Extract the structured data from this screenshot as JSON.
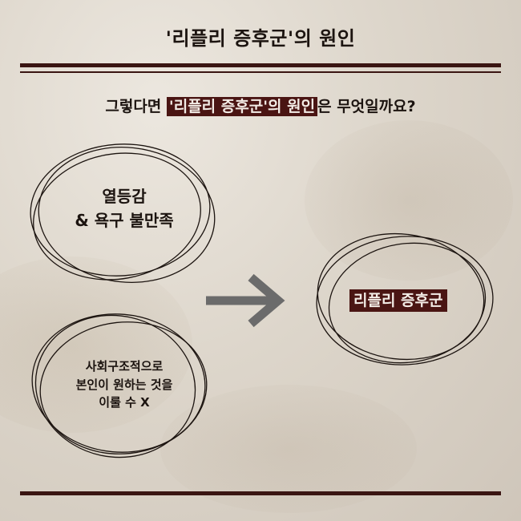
{
  "title": "'리플리 증후군'의 원인",
  "question": {
    "prefix": "그렇다면 ",
    "highlight": "'리플리 증후군'의 원인",
    "suffix": "은 무엇일까요?"
  },
  "causes": [
    {
      "line1": "열등감",
      "line2": "& 욕구 불만족"
    },
    {
      "line1": "사회구조적으로",
      "line2": "본인이 원하는 것을",
      "line3": "이룰 수 X"
    }
  ],
  "result": {
    "label": "리플리 증후군"
  },
  "colors": {
    "accent": "#4a1513",
    "rule": "#3a1512",
    "arrow": "#6b6b6b",
    "background": "#ddd6cb"
  },
  "icons": {
    "arrow": "right-arrow-icon"
  }
}
